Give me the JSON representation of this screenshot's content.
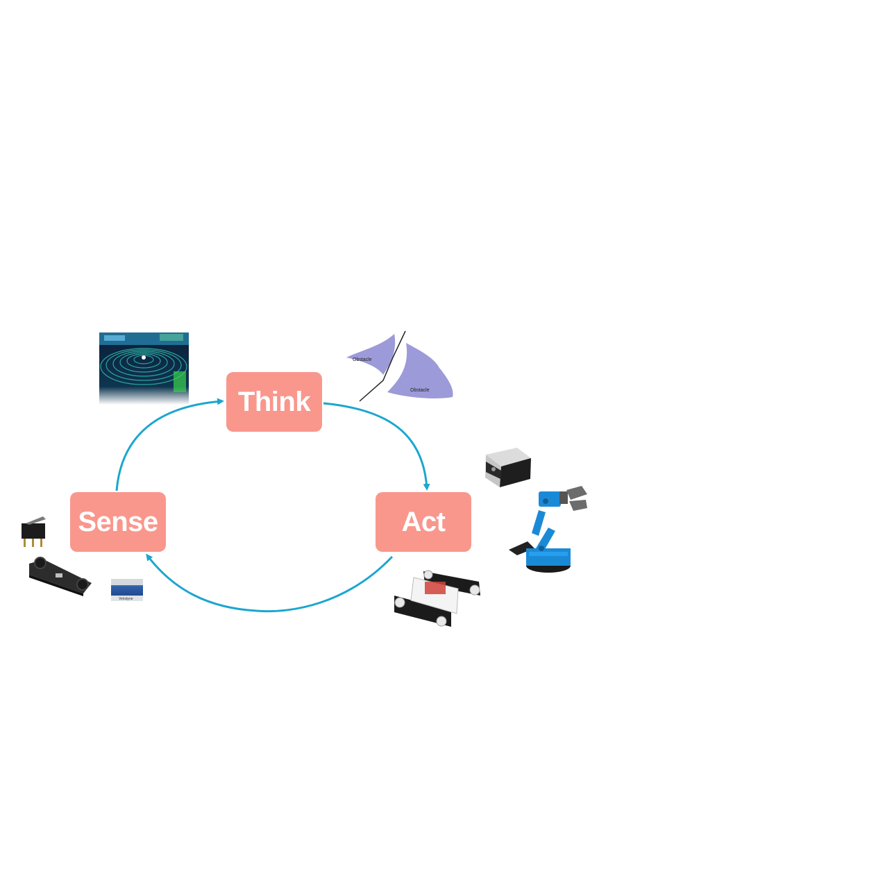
{
  "cycle": {
    "nodes": {
      "think": "Think",
      "sense": "Sense",
      "act": "Act"
    },
    "arrow_color": "#1aa6cf",
    "node_color": "#f9978d"
  },
  "illustrations": {
    "path_planning": {
      "obstacle_1": "Obstacle",
      "obstacle_2": "Obstacle",
      "obstacle_color": "#9c9ad8"
    },
    "lidar_sensor_brand": "Velodyne",
    "icons": [
      "lidar-point-cloud-image",
      "path-planning-icon",
      "stepper-motor-icon",
      "robot-arm-icon",
      "tracked-robot-chassis-icon",
      "limit-switch-icon",
      "stereo-camera-board-icon",
      "lidar-sensor-icon"
    ]
  }
}
